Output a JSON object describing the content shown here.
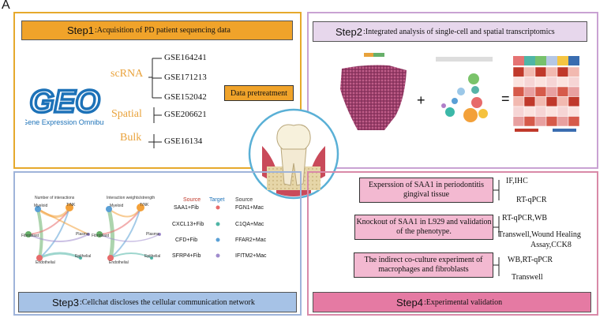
{
  "figure_label": "A",
  "step1": {
    "lead": "Step1",
    "title": ":Acquisition of PD patient sequencing data",
    "geo_logo_text": "GEO",
    "geo_subtitle": "Gene Expression Omnibus",
    "categories": {
      "scrna": "scRNA",
      "spatial": "Spatial",
      "bulk": "Bulk"
    },
    "datasets": [
      "GSE164241",
      "GSE171213",
      "GSE152042",
      "GSE206621",
      "GSE16134"
    ],
    "pretreatment": "Data pretreatment"
  },
  "step2": {
    "lead": "Step2",
    "title": ":Integrated analysis of single-cell and spatial transcriptomics",
    "plus": "+",
    "equals": "=",
    "heatmap_colors": [
      "#c0392b",
      "#e8a0a0",
      "#f6d5d5",
      "#f2b9b0",
      "#d65a4a",
      "#fbe3df"
    ]
  },
  "step3": {
    "lead": "Step3",
    "title": ":Cellchat discloses the cellular communication network",
    "net1_title": "Number of interactions",
    "net2_title": "Interaction weights/strength",
    "nodes": [
      "Myeloid",
      "T/NK",
      "Plasma",
      "Epithelial",
      "Endothelial",
      "Fibroblast"
    ],
    "headers": {
      "source": "Source",
      "target": "Target",
      "source2": "Source"
    },
    "pairs": [
      {
        "left": "SAA1+Fib",
        "right": "FGN1+Mac"
      },
      {
        "left": "CXCL13+Fib",
        "right": "C1QA+Mac"
      },
      {
        "left": "CFD+Fib",
        "right": "FFAR2+Mac"
      },
      {
        "left": "SFRP4+Fib",
        "right": "IFITM2+Mac"
      }
    ]
  },
  "step4": {
    "lead": "Step4",
    "title": ":Experimental validation",
    "experiments": [
      {
        "text": "Experssion of SAA1 in periodontitis gingival tissue",
        "results": [
          "IF,IHC",
          "RT-qPCR"
        ]
      },
      {
        "text": "Knockout of SAA1 in L929 and validation of the  phenotype.",
        "results": [
          "RT-qPCR,WB",
          "Transwell,Wound Healing",
          "Assay,CCK8"
        ]
      },
      {
        "text": "The indirect co-culture experiment of macrophages and fibroblasts",
        "results": [
          "WB,RT-qPCR",
          "Transwell"
        ]
      }
    ]
  },
  "colors": {
    "step1_border": "#e6a92c",
    "step1_title_bg": "#f0a32a",
    "step2_border": "#c9a2d3",
    "step2_title_bg": "#e7d7ec",
    "step3_border": "#9fb4da",
    "step3_title_bg": "#a6c2e6",
    "step4_border": "#d98aa8",
    "step4_title_bg": "#e57aa3",
    "geo_blue": "#1d72b8",
    "accent_orange": "#e9a23b"
  }
}
